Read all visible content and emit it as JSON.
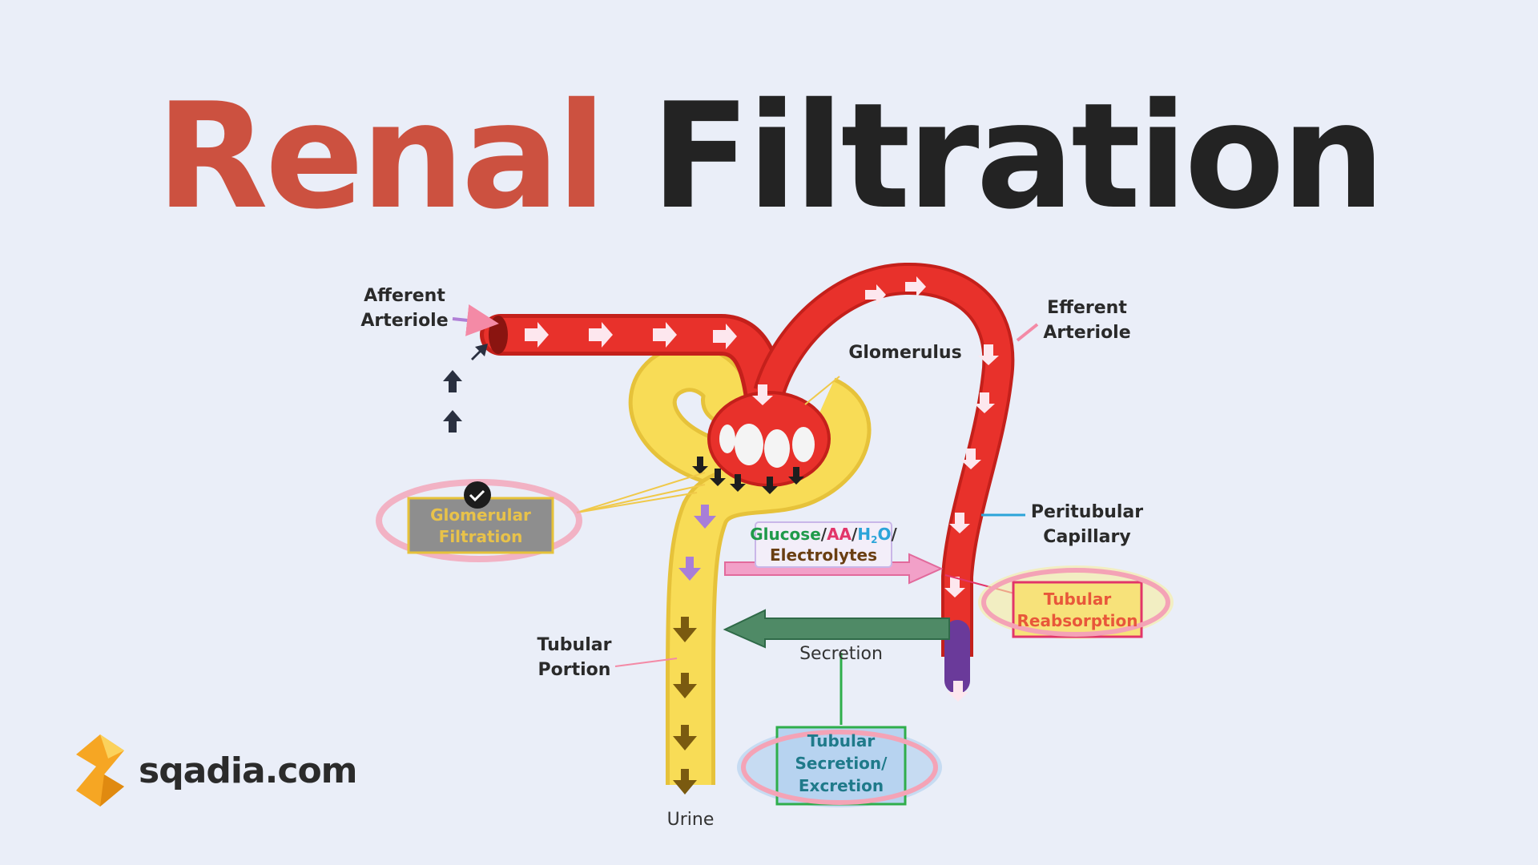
{
  "title": {
    "word1": "Renal",
    "word2": "Filtration"
  },
  "labels": {
    "afferent": [
      "Afferent",
      "Arteriole"
    ],
    "efferent": [
      "Efferent",
      "Arteriole"
    ],
    "glomerulus": "Glomerulus",
    "peritubular": [
      "Peritubular",
      "Capillary"
    ],
    "tubular_portion": [
      "Tubular",
      "Portion"
    ],
    "secretion": "Secretion",
    "urine": "Urine"
  },
  "boxes": {
    "glomerular_filtration": [
      "Glomerular",
      "Filtration"
    ],
    "reabsorbed": {
      "glucose": "Glucose",
      "aa": "AA",
      "h2o": "H",
      "h2o_sub": "2",
      "h2o_o": "O",
      "slash": "/",
      "electrolytes": "Electrolytes"
    },
    "tubular_reabsorption": [
      "Tubular",
      "Reabsorption"
    ],
    "tubular_secretion": [
      "Tubular",
      "Secretion/",
      "Excretion"
    ]
  },
  "logo": {
    "text": "sqadia.com"
  },
  "colors": {
    "title_accent": "#cc5140",
    "title_dark": "#232323",
    "vessel_red": "#e8312b",
    "tubule_yellow": "#f8dc56",
    "reabsorption_pink": "#f2a0c8",
    "secretion_green": "#4f8a66",
    "logo_orange": "#f6a623"
  }
}
